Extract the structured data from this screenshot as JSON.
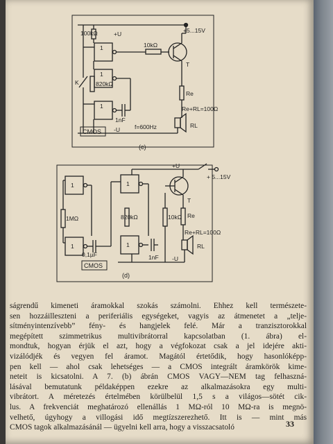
{
  "diagram_c": {
    "label_r_top": "100kΩ",
    "label_plus_u": "+U",
    "label_supply": "+5...15V",
    "label_gate": "1",
    "label_r_base": "10kΩ",
    "label_transistor": "T",
    "label_r_mid": "820kΩ",
    "label_switch": "K",
    "label_re": "Re",
    "label_re_rl": "Re+RL=100Ω",
    "label_cap": "1nF",
    "label_freq": "f=600Hz",
    "label_cmos": "CMOS",
    "label_minus_u": "-U",
    "label_rl": "RL",
    "caption": "(c)"
  },
  "diagram_d": {
    "label_plus_u": "+U",
    "label_supply": "+ 5...15V",
    "label_gate": "1",
    "label_r_1m": "1MΩ",
    "label_r_820k": "820kΩ",
    "label_r_10k": "10kΩ",
    "label_re": "Re",
    "label_transistor": "T",
    "label_re_rl": "Re+RL=100Ω",
    "label_cap_01": "0,1µF",
    "label_cap_1n": "1nF",
    "label_rl": "RL",
    "label_cmos": "CMOS",
    "label_minus_u": "-U",
    "caption": "(d)"
  },
  "body_lines": [
    "ságrendű kimeneti áramokkal szokás számolni. Ehhez kell természete-",
    "sen hozzáilleszteni a periferiális egységeket, vagyis az átmenetet a „telje-",
    "sítményintenzívebb” fény- és hangjelek felé. Már a tranzisztorokkal",
    "megépített szimmetrikus multivibrátorral kapcsolatban (1. ábra) el-",
    "mondtuk, hogyan érjük el azt, hogy a végfokozat csak a jel idejére akti-",
    "vizálódjék és vegyen fel áramot. Magától értetődik, hogy hasonlóképp-",
    "pen kell — ahol csak lehetséges — a CMOS integrált áramkörök kime-",
    "neteit is kicsatolni. A 7. (b) ábrán CMOS VAGY—NEM tag felhaszná-",
    "lásával bemutatunk példaképpen ezekre az alkalmazásokra egy multi-",
    "vibrátort. A méretezés értelmében körülbelül 1,5 s a világos—sötét cik-",
    "lus. A frekvenciát meghatározó ellenállás 1 MΩ-ról 10 MΩ-ra is megnö-",
    "velhető, úgyhogy a villogási idő megtízszerezhető. Itt is — mint más",
    "CMOS tagok alkalmazásánál — ügyelni kell arra, hogy a visszacsatoló"
  ],
  "page_number": "33"
}
